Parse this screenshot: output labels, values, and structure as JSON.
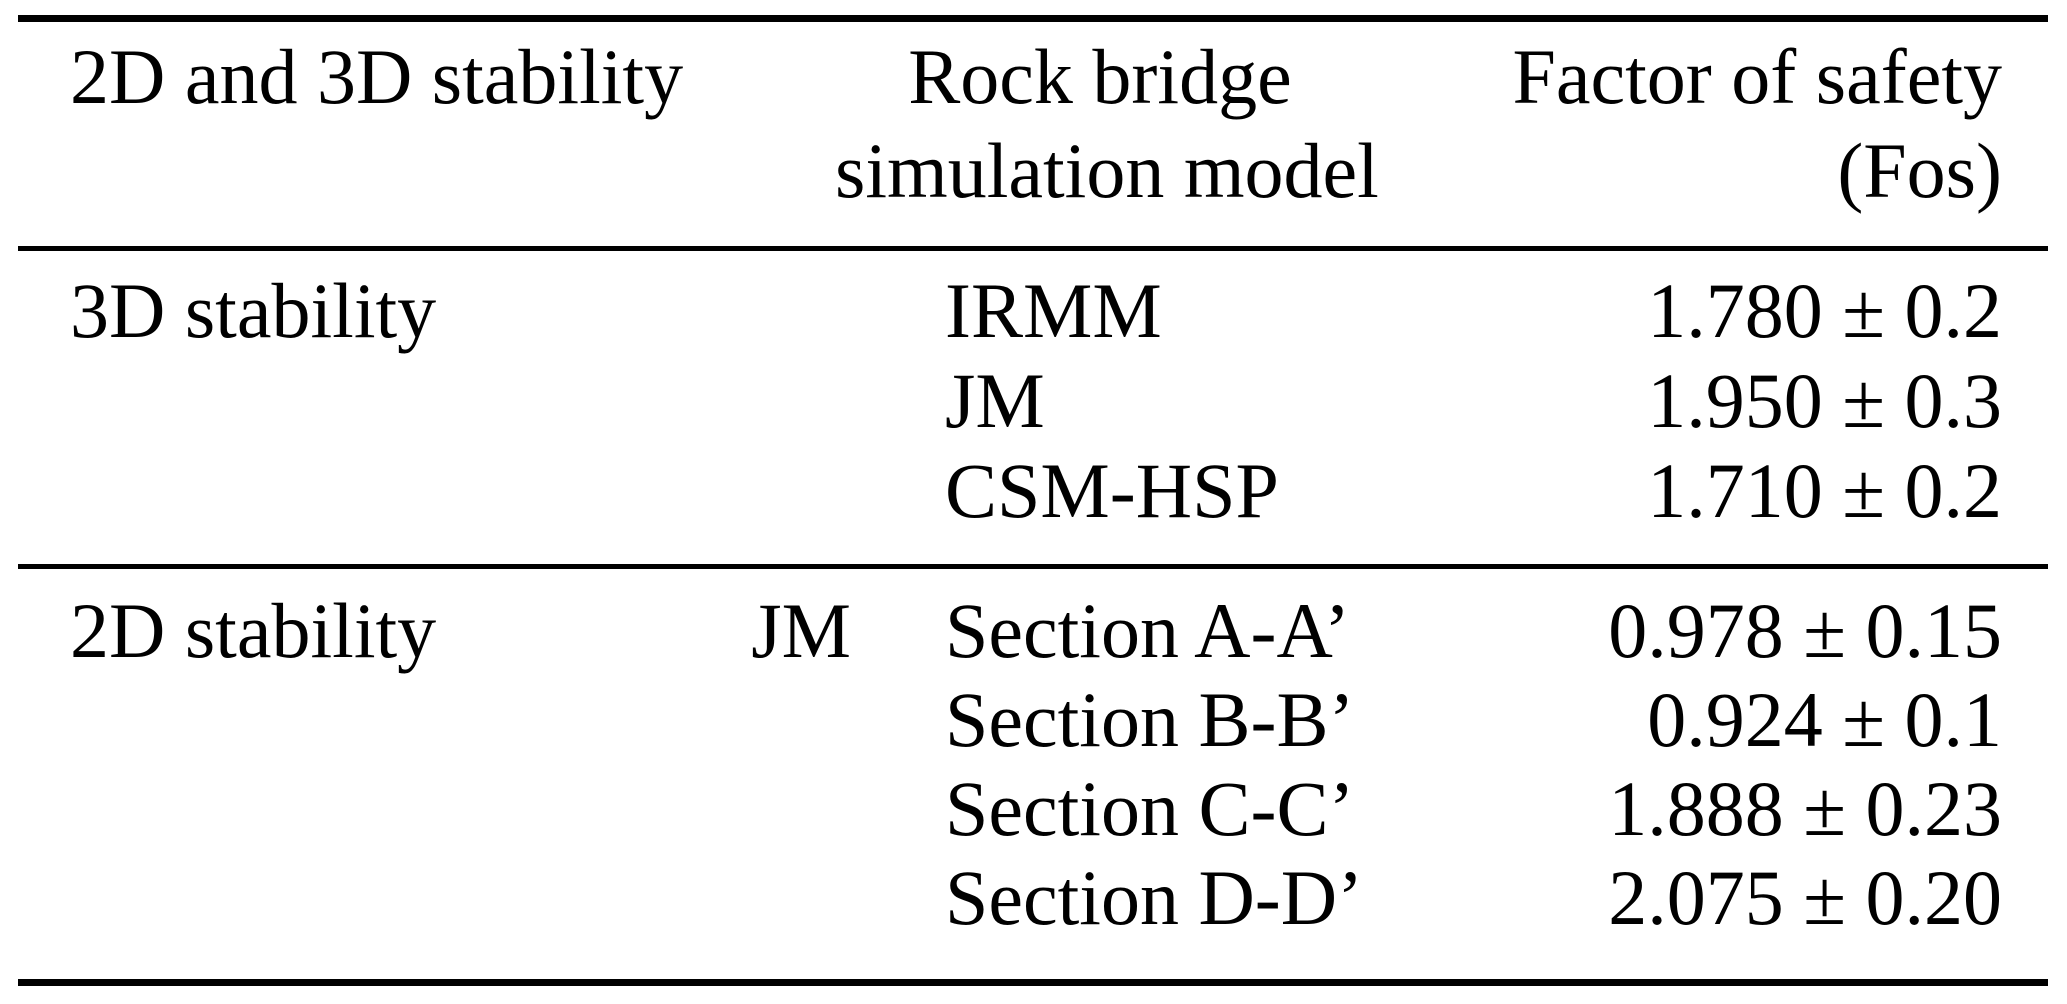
{
  "table": {
    "header": {
      "stability_col": "2D and 3D stability",
      "model_col_line1": "Rock bridge",
      "model_col_line2": "simulation model",
      "fos_col_line1": "Factor of safety",
      "fos_col_line2": "(Fos)"
    },
    "groups": [
      {
        "label": "3D stability",
        "model_prefix": "",
        "rows": [
          {
            "model": "IRMM",
            "fos": "1.780 ± 0.2"
          },
          {
            "model": "JM",
            "fos": "1.950 ± 0.3"
          },
          {
            "model": "CSM-HSP",
            "fos": "1.710 ± 0.2"
          }
        ]
      },
      {
        "label": "2D stability",
        "model_prefix": "JM",
        "rows": [
          {
            "model": "Section A-A’",
            "fos": "0.978 ± 0.15"
          },
          {
            "model": "Section B-B’",
            "fos": "0.924 ± 0.1"
          },
          {
            "model": "Section C-C’",
            "fos": "1.888 ± 0.23"
          },
          {
            "model": "Section D-D’",
            "fos": "2.075 ± 0.20"
          }
        ]
      }
    ]
  }
}
